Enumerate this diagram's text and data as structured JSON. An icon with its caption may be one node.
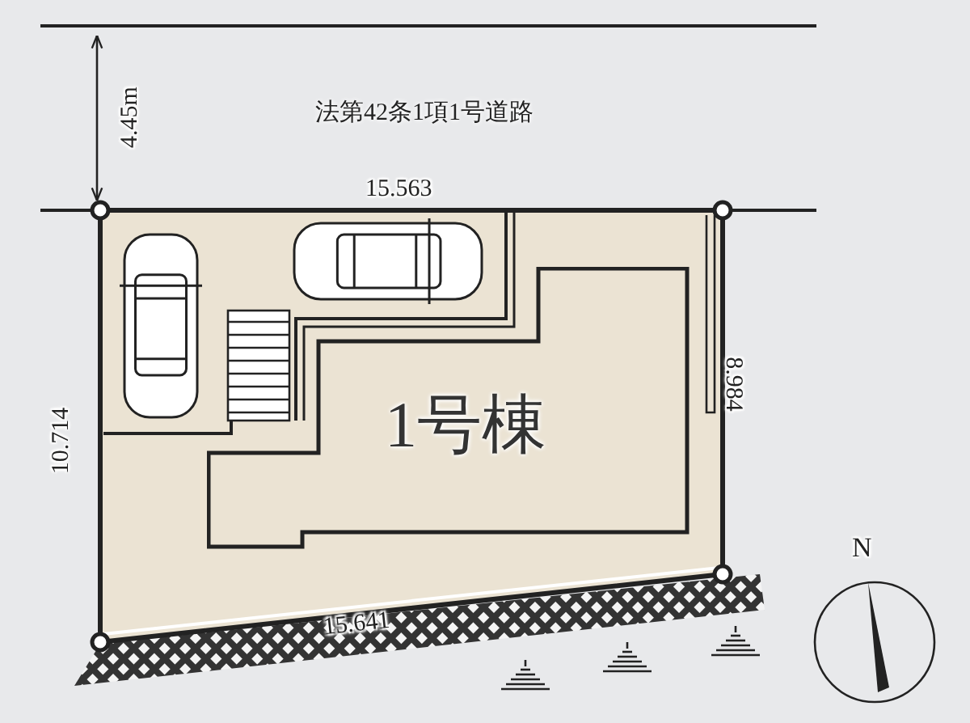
{
  "diagram": {
    "nodes": [
      {
        "text": [
          "法第42条1項1号道路"
        ]
      },
      {
        "text": [
          "1号棟"
        ]
      }
    ],
    "labels": [
      "4.45m",
      "15.563",
      "10.714",
      "8.984",
      "15.641",
      "N"
    ]
  }
}
